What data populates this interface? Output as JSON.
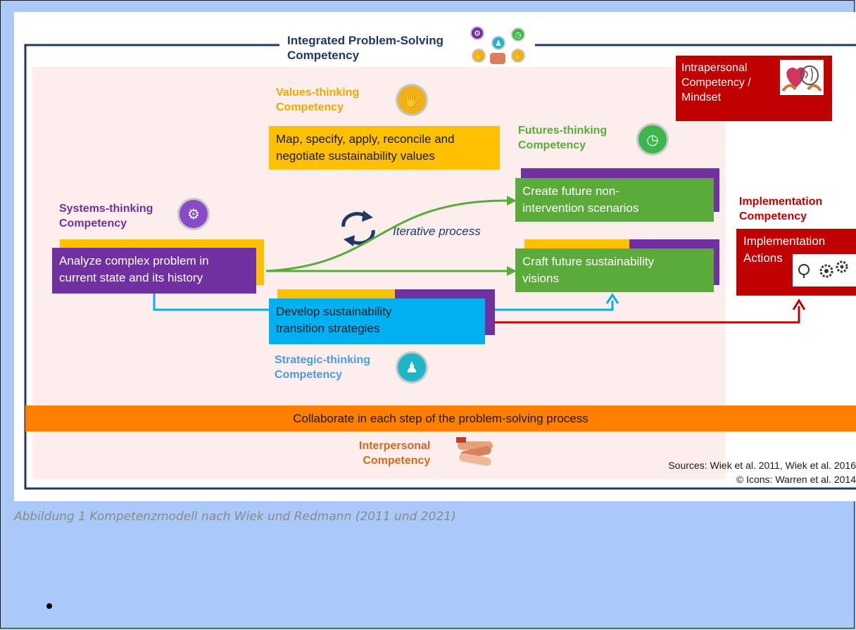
{
  "figure": {
    "integrated": {
      "line1": "Integrated Problem-Solving",
      "line2": "Competency"
    },
    "intrapersonal": {
      "line1": "Intrapersonal",
      "line2": "Competency /",
      "line3": "Mindset"
    },
    "values": {
      "heading1": "Values-thinking",
      "heading2": "Competency",
      "box1": "Map, specify, apply, reconcile and",
      "box2": "negotiate sustainability values"
    },
    "futures": {
      "heading1": "Futures-thinking",
      "heading2": "Competency",
      "box_a1": "Create future non-",
      "box_a2": "intervention scenarios",
      "box_b1": "Craft future sustainability",
      "box_b2": "visions"
    },
    "systems": {
      "heading1": "Systems-thinking",
      "heading2": "Competency",
      "box1": "Analyze complex problem in",
      "box2": "current state and its history"
    },
    "iterative": "Iterative process",
    "strategic": {
      "heading1": "Strategic-thinking",
      "heading2": "Competency",
      "box1": "Develop sustainability",
      "box2": "transition strategies"
    },
    "implementation": {
      "heading1": "Implementation",
      "heading2": "Competency",
      "box1": "Implementation",
      "box2": "Actions"
    },
    "collaborate": "Collaborate in each step of the problem-solving process",
    "interpersonal": {
      "heading1": "Interpersonal",
      "heading2": "Competency"
    },
    "sources": "Sources: Wiek et al. 2011, Wiek et al. 2016",
    "icons_credit": "© Icons: Warren et al. 2014",
    "colors": {
      "purple": "#7030a0",
      "yellow": "#ffc000",
      "green": "#5aab3a",
      "blue": "#00b0f0",
      "red": "#c00000",
      "orange": "#ff7f00",
      "navy": "#1f3864",
      "pink_bg": "#fdeeee"
    }
  },
  "caption": "Abbildung 1 Kompetenzmodell nach Wiek und Redmann (2011 und 2021)"
}
